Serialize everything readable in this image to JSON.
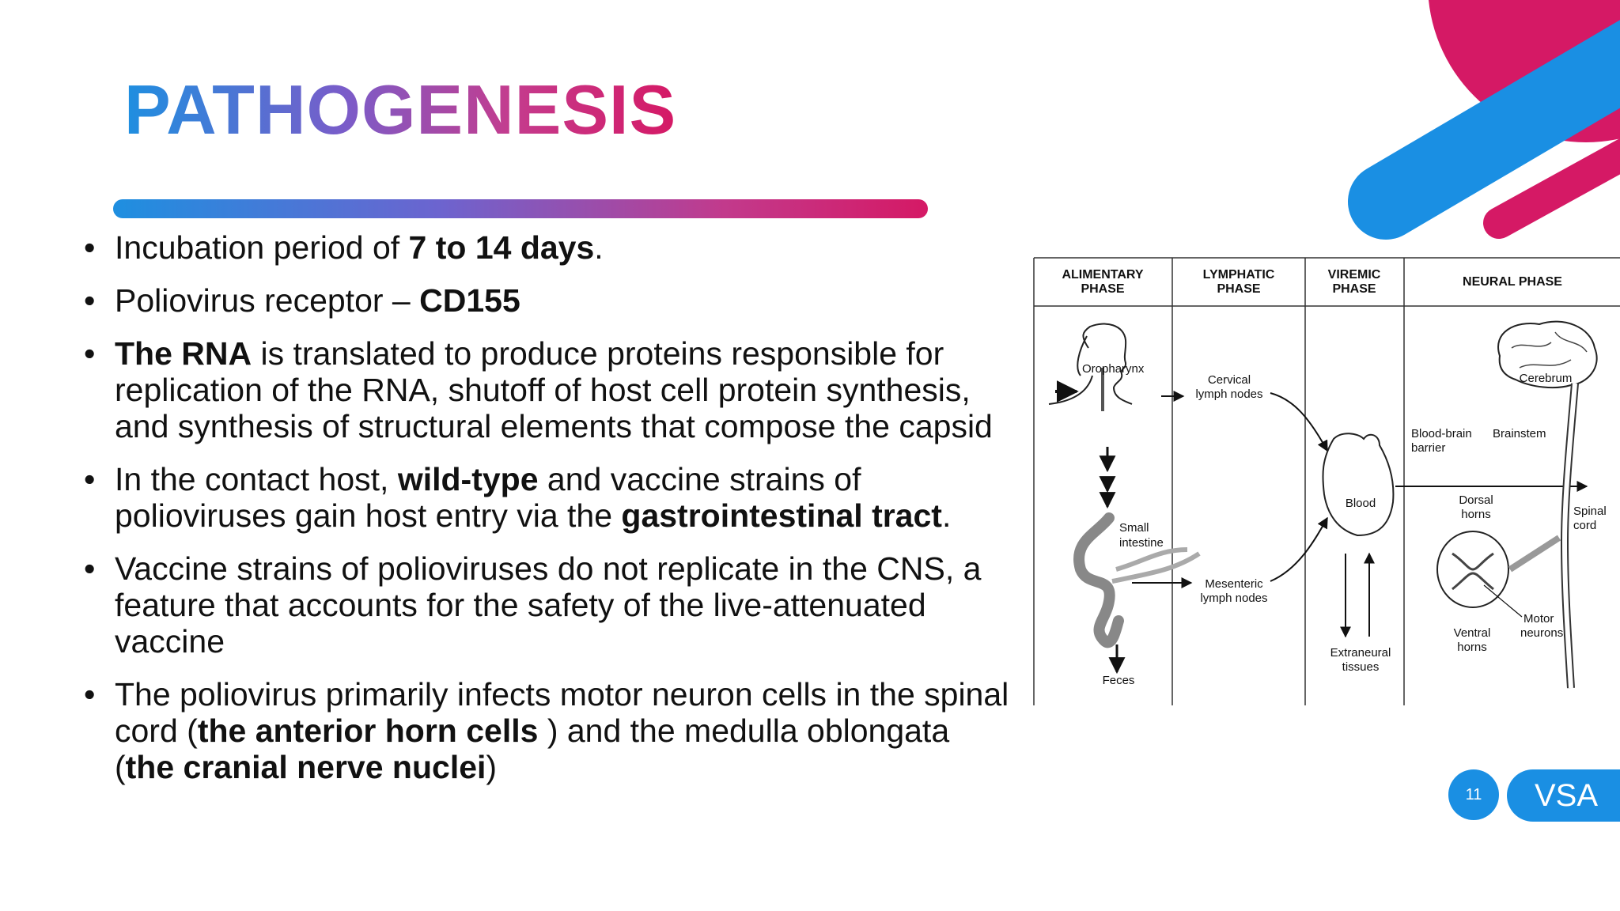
{
  "slide": {
    "title": "PATHOGENESIS",
    "page_number": "11",
    "brand": "VSA",
    "colors": {
      "blue": "#1a8fe3",
      "magenta": "#d51965"
    }
  },
  "bullets": [
    {
      "runs": [
        {
          "t": "Incubation period of "
        },
        {
          "t": "7 to 14 days",
          "b": true
        },
        {
          "t": "."
        }
      ]
    },
    {
      "runs": [
        {
          "t": "Poliovirus receptor – "
        },
        {
          "t": "CD155",
          "b": true
        }
      ]
    },
    {
      "runs": [
        {
          "t": "The RNA",
          "b": true
        },
        {
          "t": " is translated to produce proteins responsible for replication of the RNA, shutoff of host cell protein synthesis, and synthesis of structural elements that compose the capsid"
        }
      ]
    },
    {
      "runs": [
        {
          "t": "In the contact host, "
        },
        {
          "t": "wild-type",
          "b": true
        },
        {
          "t": " and vaccine strains of polioviruses gain host entry via the "
        },
        {
          "t": "gastrointestinal tract",
          "b": true
        },
        {
          "t": "."
        }
      ]
    },
    {
      "runs": [
        {
          "t": "Vaccine strains of polioviruses do not replicate in the CNS, a feature that accounts for the safety of the live-attenuated vaccine"
        }
      ]
    },
    {
      "runs": [
        {
          "t": "The poliovirus primarily infects motor neuron cells in the spinal cord ("
        },
        {
          "t": "the anterior horn cells",
          "b": true
        },
        {
          "t": " ) and the medulla oblongata ("
        },
        {
          "t": "the cranial nerve nuclei",
          "b": true
        },
        {
          "t": ")"
        }
      ]
    }
  ],
  "figure": {
    "headers": {
      "alimentary_1": "ALIMENTARY",
      "alimentary_2": "PHASE",
      "lymphatic_1": "LYMPHATIC",
      "lymphatic_2": "PHASE",
      "viremic_1": "VIREMIC",
      "viremic_2": "PHASE",
      "neural": "NEURAL PHASE"
    },
    "labels": {
      "oropharynx": "Oropharynx",
      "small_intestine_1": "Small",
      "small_intestine_2": "intestine",
      "feces": "Feces",
      "cervical_1": "Cervical",
      "cervical_2": "lymph nodes",
      "mesenteric_1": "Mesenteric",
      "mesenteric_2": "lymph nodes",
      "blood": "Blood",
      "extraneural_1": "Extraneural",
      "extraneural_2": "tissues",
      "cerebrum": "Cerebrum",
      "bbb_1": "Blood-brain",
      "bbb_2": "barrier",
      "brainstem": "Brainstem",
      "dorsal_1": "Dorsal",
      "dorsal_2": "horns",
      "spinal_1": "Spinal",
      "spinal_2": "cord",
      "ventral_1": "Ventral",
      "ventral_2": "horns",
      "motor_1": "Motor",
      "motor_2": "neurons"
    }
  }
}
